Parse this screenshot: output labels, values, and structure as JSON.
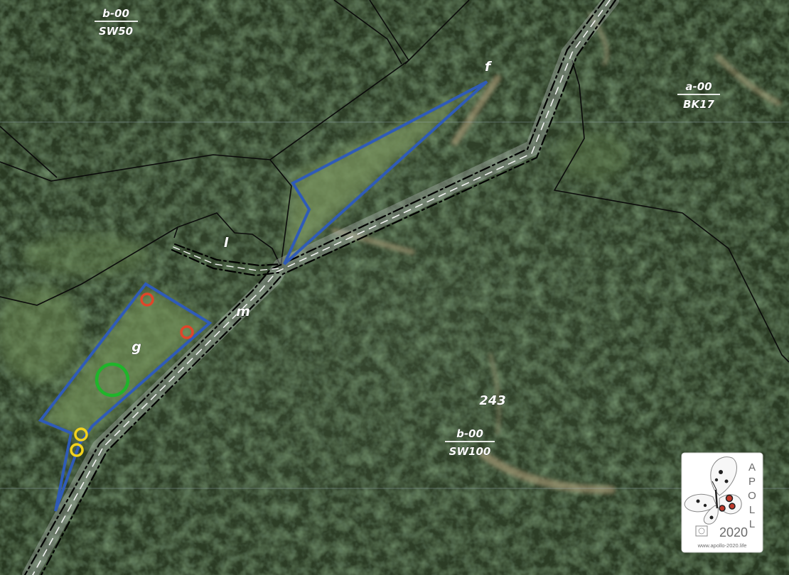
{
  "map": {
    "labels": {
      "parcel_top_left_code": "b-00",
      "parcel_top_left_type": "SW50",
      "parcel_top_right_code": "a-00",
      "parcel_top_right_type": "BK17",
      "parcel_bottom_code": "b-00",
      "parcel_bottom_type": "SW100",
      "section_number": "243",
      "subarea_f": "f",
      "subarea_l": "l",
      "subarea_m": "m",
      "subarea_g": "g"
    },
    "colors": {
      "study_plot_outline": "#2f5bb8",
      "marker_red": "#e0452a",
      "marker_yellow": "#f2d21c",
      "marker_green": "#1fb52a",
      "boundary_line": "#0b0b0b"
    },
    "markers": [
      {
        "type": "red-circle",
        "count": 2
      },
      {
        "type": "yellow-circle",
        "count": 2
      },
      {
        "type": "green-circle",
        "count": 1
      }
    ]
  },
  "logo": {
    "title": "APOLL",
    "year": "2020",
    "url": "www.apollo-2020.life",
    "icon": "butterfly-icon"
  }
}
